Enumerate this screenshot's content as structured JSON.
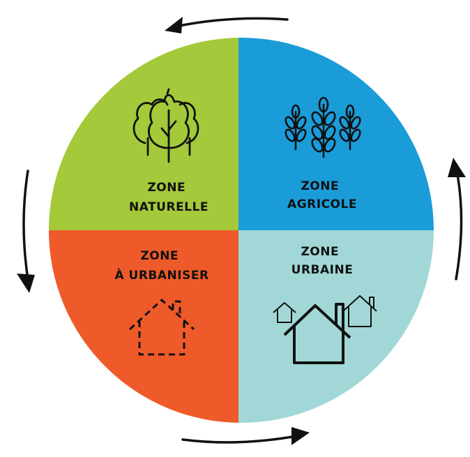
{
  "quadrants": {
    "top_left": {
      "line1": "Zone",
      "line2": "Naturelle",
      "color": "#a4c93a",
      "icon": "trees-icon"
    },
    "top_right": {
      "line1": "Zone",
      "line2": "Agricole",
      "color": "#1a9cd9",
      "icon": "wheat-icon"
    },
    "bottom_left": {
      "line1": "Zone",
      "line2": "À Urbaniser",
      "color": "#ef5a2a",
      "icon": "dashed-house-icon"
    },
    "bottom_right": {
      "line1": "Zone",
      "line2": "Urbaine",
      "color": "#a1d8d7",
      "icon": "houses-icon"
    }
  },
  "cycle_direction": "counterclockwise",
  "arrow_color": "#111111"
}
